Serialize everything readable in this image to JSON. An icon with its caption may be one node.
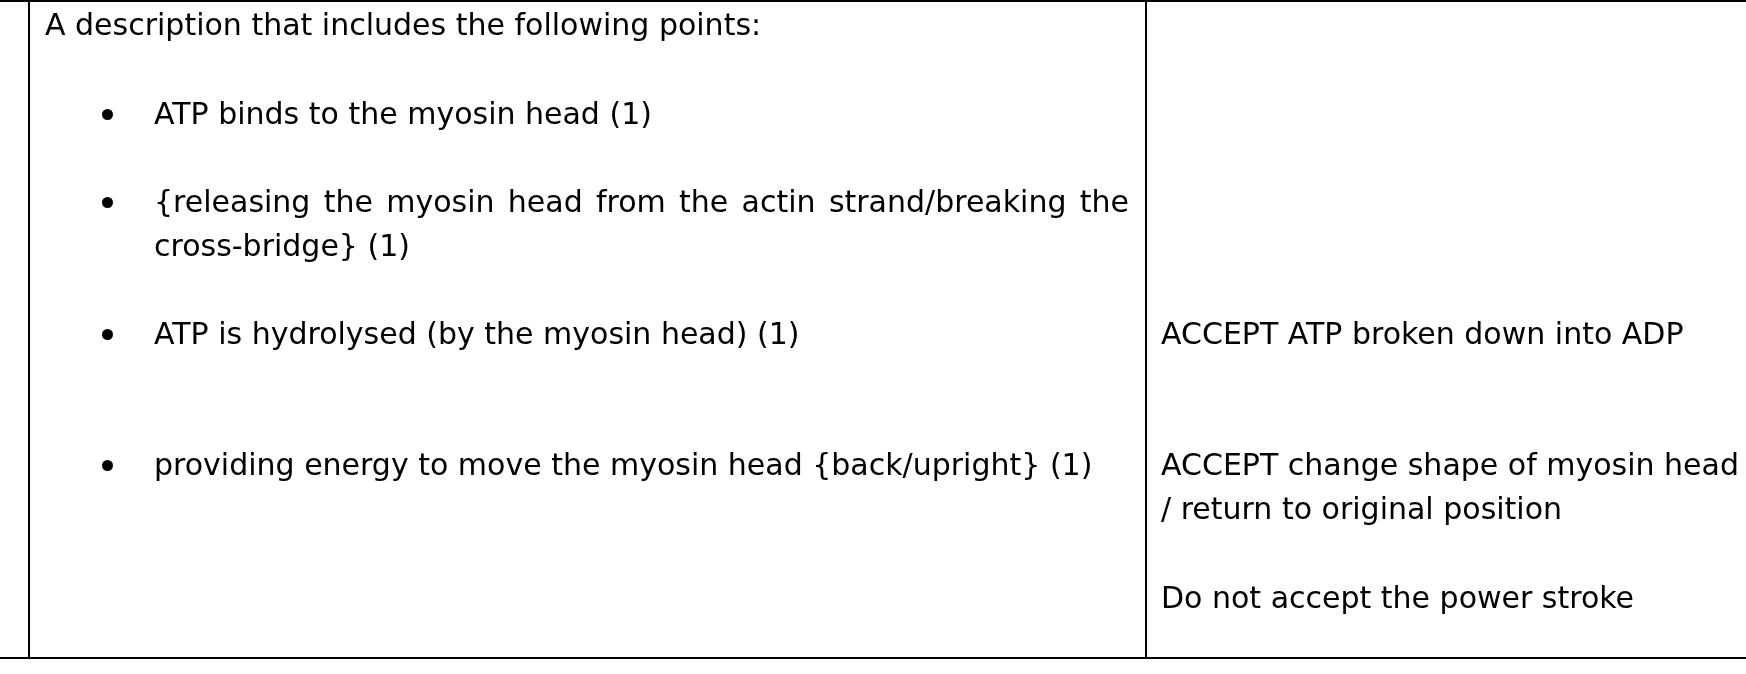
{
  "diagram": {
    "labels": [
      "A description that includes the following points:",
      "ATP binds to the myosin head (1)",
      "{releasing the myosin head from the actin strand/breaking the cross-bridge} (1)",
      "ATP is hydrolysed (by the myosin head) (1)",
      "providing energy to move the myosin head {back/upright} (1)",
      "ACCEPT ATP broken down into ADP",
      "ACCEPT change shape of myosin head / return to original position",
      "Do not accept the power stroke"
    ]
  }
}
